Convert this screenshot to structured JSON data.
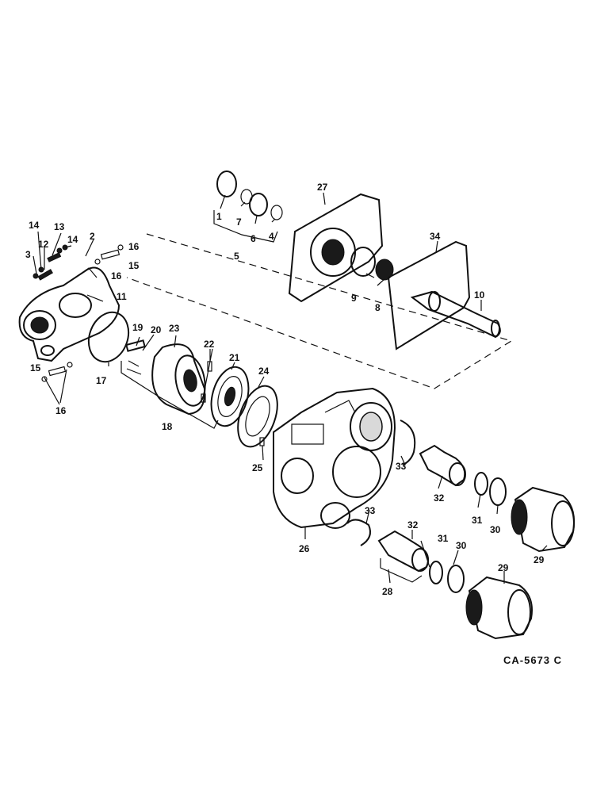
{
  "reference_code": "CA-5673 C",
  "callouts": [
    "1",
    "2",
    "3",
    "4",
    "5",
    "6",
    "7",
    "8",
    "9",
    "10",
    "11",
    "12",
    "13",
    "14",
    "14",
    "15",
    "15",
    "16",
    "16",
    "16",
    "17",
    "18",
    "19",
    "20",
    "21",
    "22",
    "23",
    "24",
    "25",
    "26",
    "27",
    "28",
    "29",
    "29",
    "30",
    "30",
    "31",
    "31",
    "32",
    "32",
    "33",
    "33",
    "34"
  ]
}
